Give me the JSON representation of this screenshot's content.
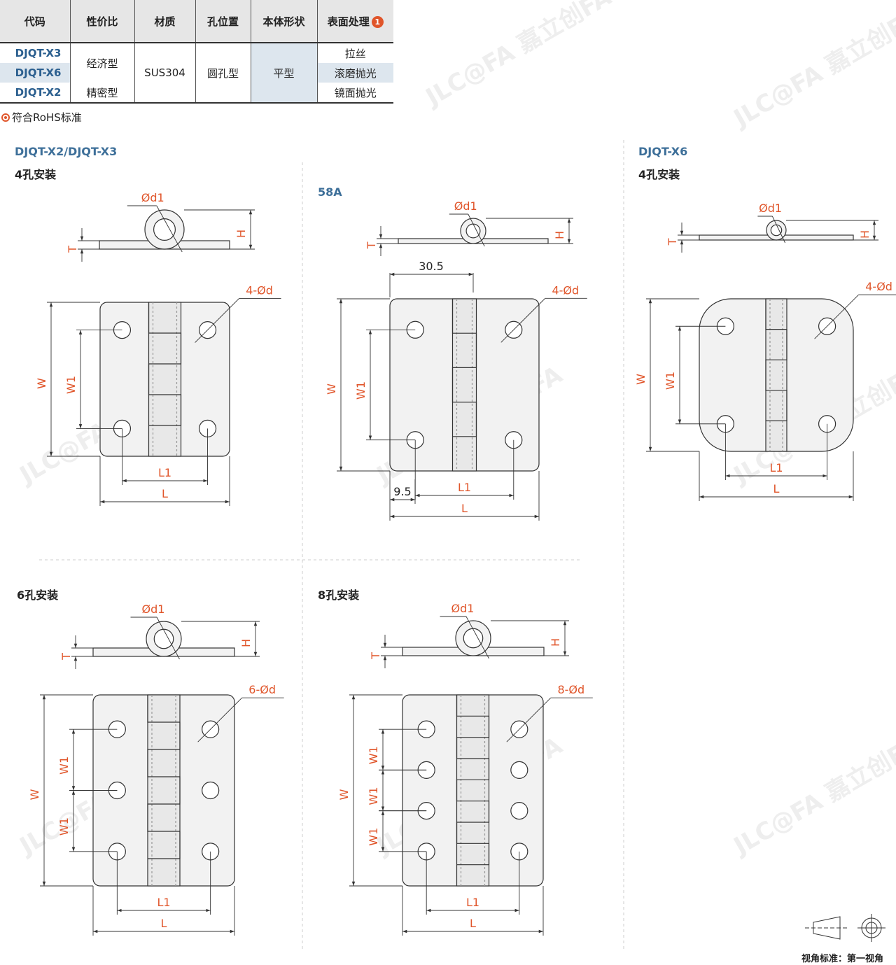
{
  "table": {
    "headers": [
      "代码",
      "性价比",
      "材质",
      "孔位置",
      "本体形状",
      "表面处理"
    ],
    "badge": "1",
    "rows": [
      {
        "code": "DJQT-X3",
        "surface": "拉丝"
      },
      {
        "code": "DJQT-X6",
        "surface": "滚磨抛光"
      },
      {
        "code": "DJQT-X2",
        "surface": "镜面抛光"
      }
    ],
    "grade_economy": "经济型",
    "grade_precision": "精密型",
    "material": "SUS304",
    "hole_position": "圆孔型",
    "body_shape": "平型"
  },
  "rohs_note": "符合RoHS标准",
  "sections": {
    "left_title": "DJQT-X2/DJQT-X3",
    "four_hole": "4孔安装",
    "mid_title": "58A",
    "right_title": "DJQT-X6",
    "right_four_hole": "4孔安装",
    "six_hole": "6孔安装",
    "eight_hole": "8孔安装"
  },
  "dims": {
    "d1": "Ød1",
    "H": "H",
    "T": "T",
    "W": "W",
    "W1": "W1",
    "L": "L",
    "L1": "L1",
    "hole4": "4-Ød",
    "hole6": "6-Ød",
    "hole8": "8-Ød",
    "v30_5": "30.5",
    "v9_5": "9.5"
  },
  "watermark": "JLC@FA 嘉立创FA",
  "footer": "视角标准：第一视角",
  "colors": {
    "accent": "#e0552a",
    "code_blue": "#2b5f8f",
    "section_blue": "#3d6f99",
    "highlight": "#dde6ee"
  }
}
